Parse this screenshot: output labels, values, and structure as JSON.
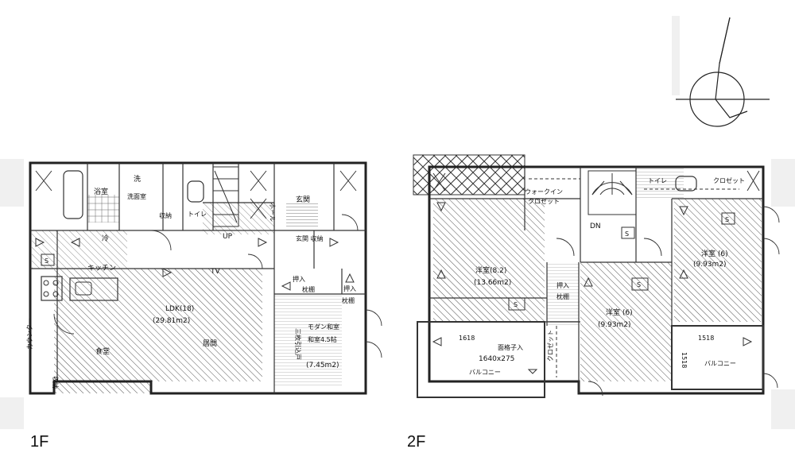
{
  "floors": [
    {
      "id": "1F",
      "label": "1F",
      "rooms": {
        "bath": "浴室",
        "wash_mark": "洗",
        "washroom": "洗面室",
        "storage_small": "収納",
        "toilet": "トイレ",
        "hall": "ホール",
        "entrance": "玄関",
        "entrance_storage": "玄関\n収納",
        "up": "UP",
        "fridge": "冷",
        "kitchen": "キッチン",
        "tv": "TV",
        "ldk": "LDK(18)",
        "ldk_area": "(29.81m2)",
        "dining": "食堂",
        "living": "居間",
        "counter": "カウンター",
        "storage_left": "収納",
        "oshiire_1": "押入",
        "makura_1": "枕棚",
        "oshiire_2": "押入",
        "makura_2": "枕棚",
        "washitsu_1": "モダン和室",
        "washitsu_2": "和室4.5帖",
        "washitsu_area": "(7.45m2)",
        "sliding": "三枚引込戸",
        "s_mark": "S"
      }
    },
    {
      "id": "2F",
      "label": "2F",
      "rooms": {
        "walkin_1": "ウォークイン",
        "walkin_2": "クロゼット",
        "toilet": "トイレ",
        "closet": "クロゼット",
        "dn": "DN",
        "s_mark": "S",
        "room_a": "洋室(8.2)",
        "room_a_area": "(13.66m2)",
        "room_b": "洋室 (6)",
        "room_b_area": "(9.93m2)",
        "room_c": "洋室 (6)",
        "room_c_area": "(9.93m2)",
        "oshiire": "押入",
        "makura": "枕棚",
        "closet_vert": "クロゼット",
        "skylight_dim": "1618",
        "skylight_label": "面格子入",
        "skylight_size": "1640x275",
        "balcony_1": "バルコニー",
        "dim_1518_h": "1518",
        "dim_1518_v": "1518",
        "balcony_2": "バルコニー"
      }
    }
  ],
  "compass": {
    "icon": "north-arrow-icon"
  }
}
